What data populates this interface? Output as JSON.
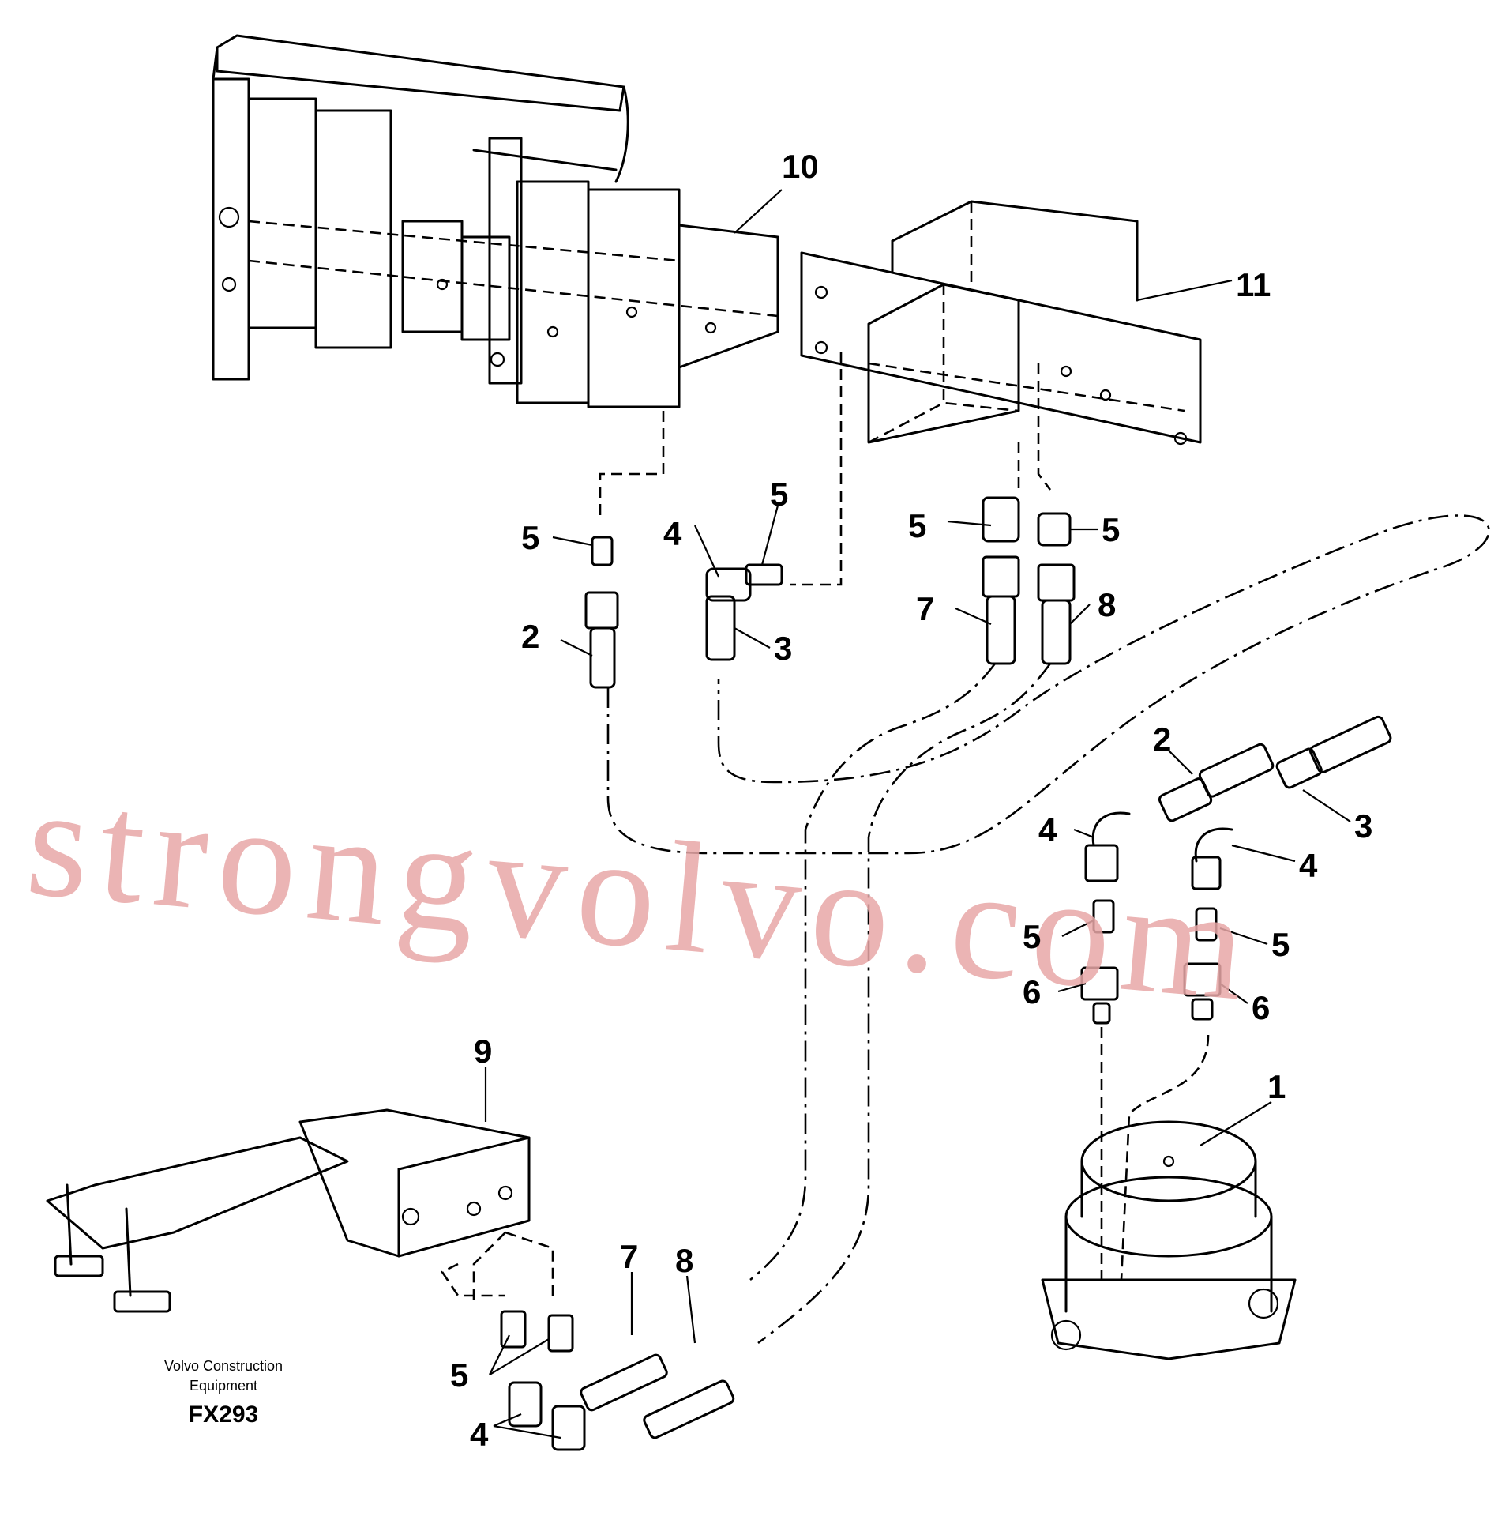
{
  "diagram": {
    "callouts": {
      "c10": "10",
      "c11": "11",
      "c5a": "5",
      "c4a": "4",
      "c5b": "5",
      "c5c": "5",
      "c5d": "5",
      "c2a": "2",
      "c3a": "3",
      "c7a": "7",
      "c8a": "8",
      "c2b": "2",
      "c4b": "4",
      "c3b": "3",
      "c4c": "4",
      "c5e": "5",
      "c5f": "5",
      "c6a": "6",
      "c6b": "6",
      "c9": "9",
      "c1": "1",
      "c7b": "7",
      "c8b": "8",
      "c5g": "5",
      "c4d": "4"
    },
    "credit_line1": "Volvo Construction",
    "credit_line2": "Equipment",
    "figure_code": "FX293",
    "watermark": "strongvolvo.com"
  }
}
